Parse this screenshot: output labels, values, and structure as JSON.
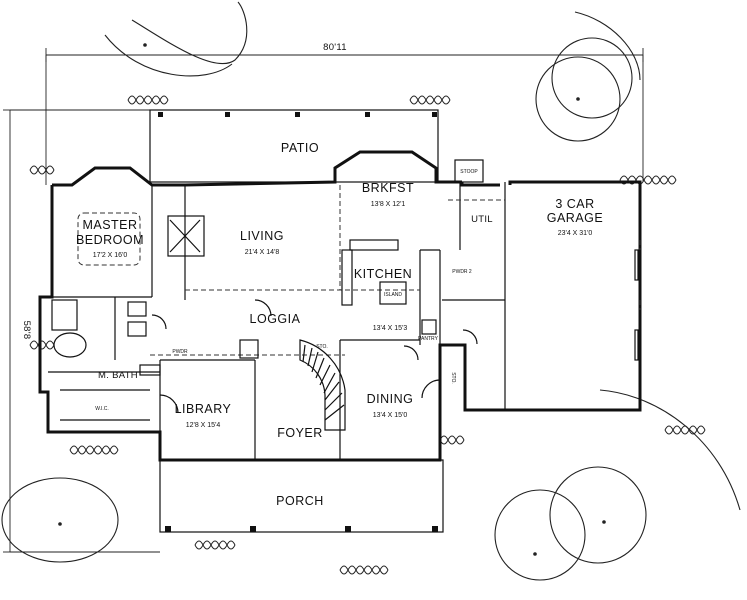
{
  "dimensions": {
    "width": "80'11",
    "depth": "58'8"
  },
  "rooms": {
    "patio": {
      "name": "PATIO"
    },
    "master": {
      "name1": "MASTER",
      "name2": "BEDROOM",
      "size": "17'2 X 16'0"
    },
    "living": {
      "name": "LIVING",
      "size": "21'4 X 14'8"
    },
    "brkfst": {
      "name": "BRKFST",
      "size": "13'8 X 12'1"
    },
    "kitchen": {
      "name": "KITCHEN",
      "size": "13'4 X 15'3"
    },
    "island": {
      "name": "ISLAND"
    },
    "util": {
      "name": "UTIL"
    },
    "stoop": {
      "name": "STOOP"
    },
    "garage": {
      "name1": "3 CAR",
      "name2": "GARAGE",
      "size": "23'4 X 31'0"
    },
    "pwdr2": {
      "name": "PWDR 2"
    },
    "pantry": {
      "name": "PANTRY"
    },
    "loggia": {
      "name": "LOGGIA"
    },
    "pwdr": {
      "name": "PWDR"
    },
    "sto_stair": {
      "name": "STO."
    },
    "sto_side": {
      "name": "STO."
    },
    "mbath": {
      "name": "M. BATH"
    },
    "wic": {
      "name": "W.I.C."
    },
    "library": {
      "name": "LIBRARY",
      "size": "12'8 X 15'4"
    },
    "foyer": {
      "name": "FOYER"
    },
    "dining": {
      "name": "DINING",
      "size": "13'4 X 15'0"
    },
    "porch": {
      "name": "PORCH"
    }
  }
}
